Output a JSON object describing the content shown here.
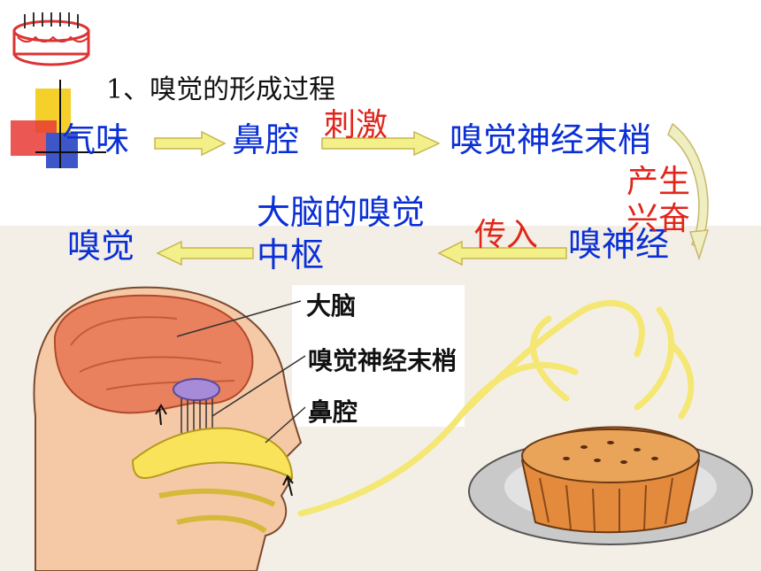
{
  "title": "1、嗅觉的形成过程",
  "flow": {
    "step1": "气味",
    "step2": "鼻腔",
    "step3": "嗅觉神经末梢",
    "step4": "嗅神经",
    "step5_line1": "大脑的嗅觉",
    "step5_line2": "中枢",
    "step6": "嗅觉",
    "arrow_stimulate": "刺激",
    "arrow_excite_line1": "产生",
    "arrow_excite_line2": "兴奋",
    "arrow_transmit": "传入"
  },
  "labels": {
    "brain": "大脑",
    "nerve_ending": "嗅觉神经末梢",
    "nasal_cavity": "鼻腔"
  },
  "colors": {
    "flow_text": "#0a2fd6",
    "arrow_text": "#e0261b",
    "arrow_fill": "#f3f08a"
  }
}
